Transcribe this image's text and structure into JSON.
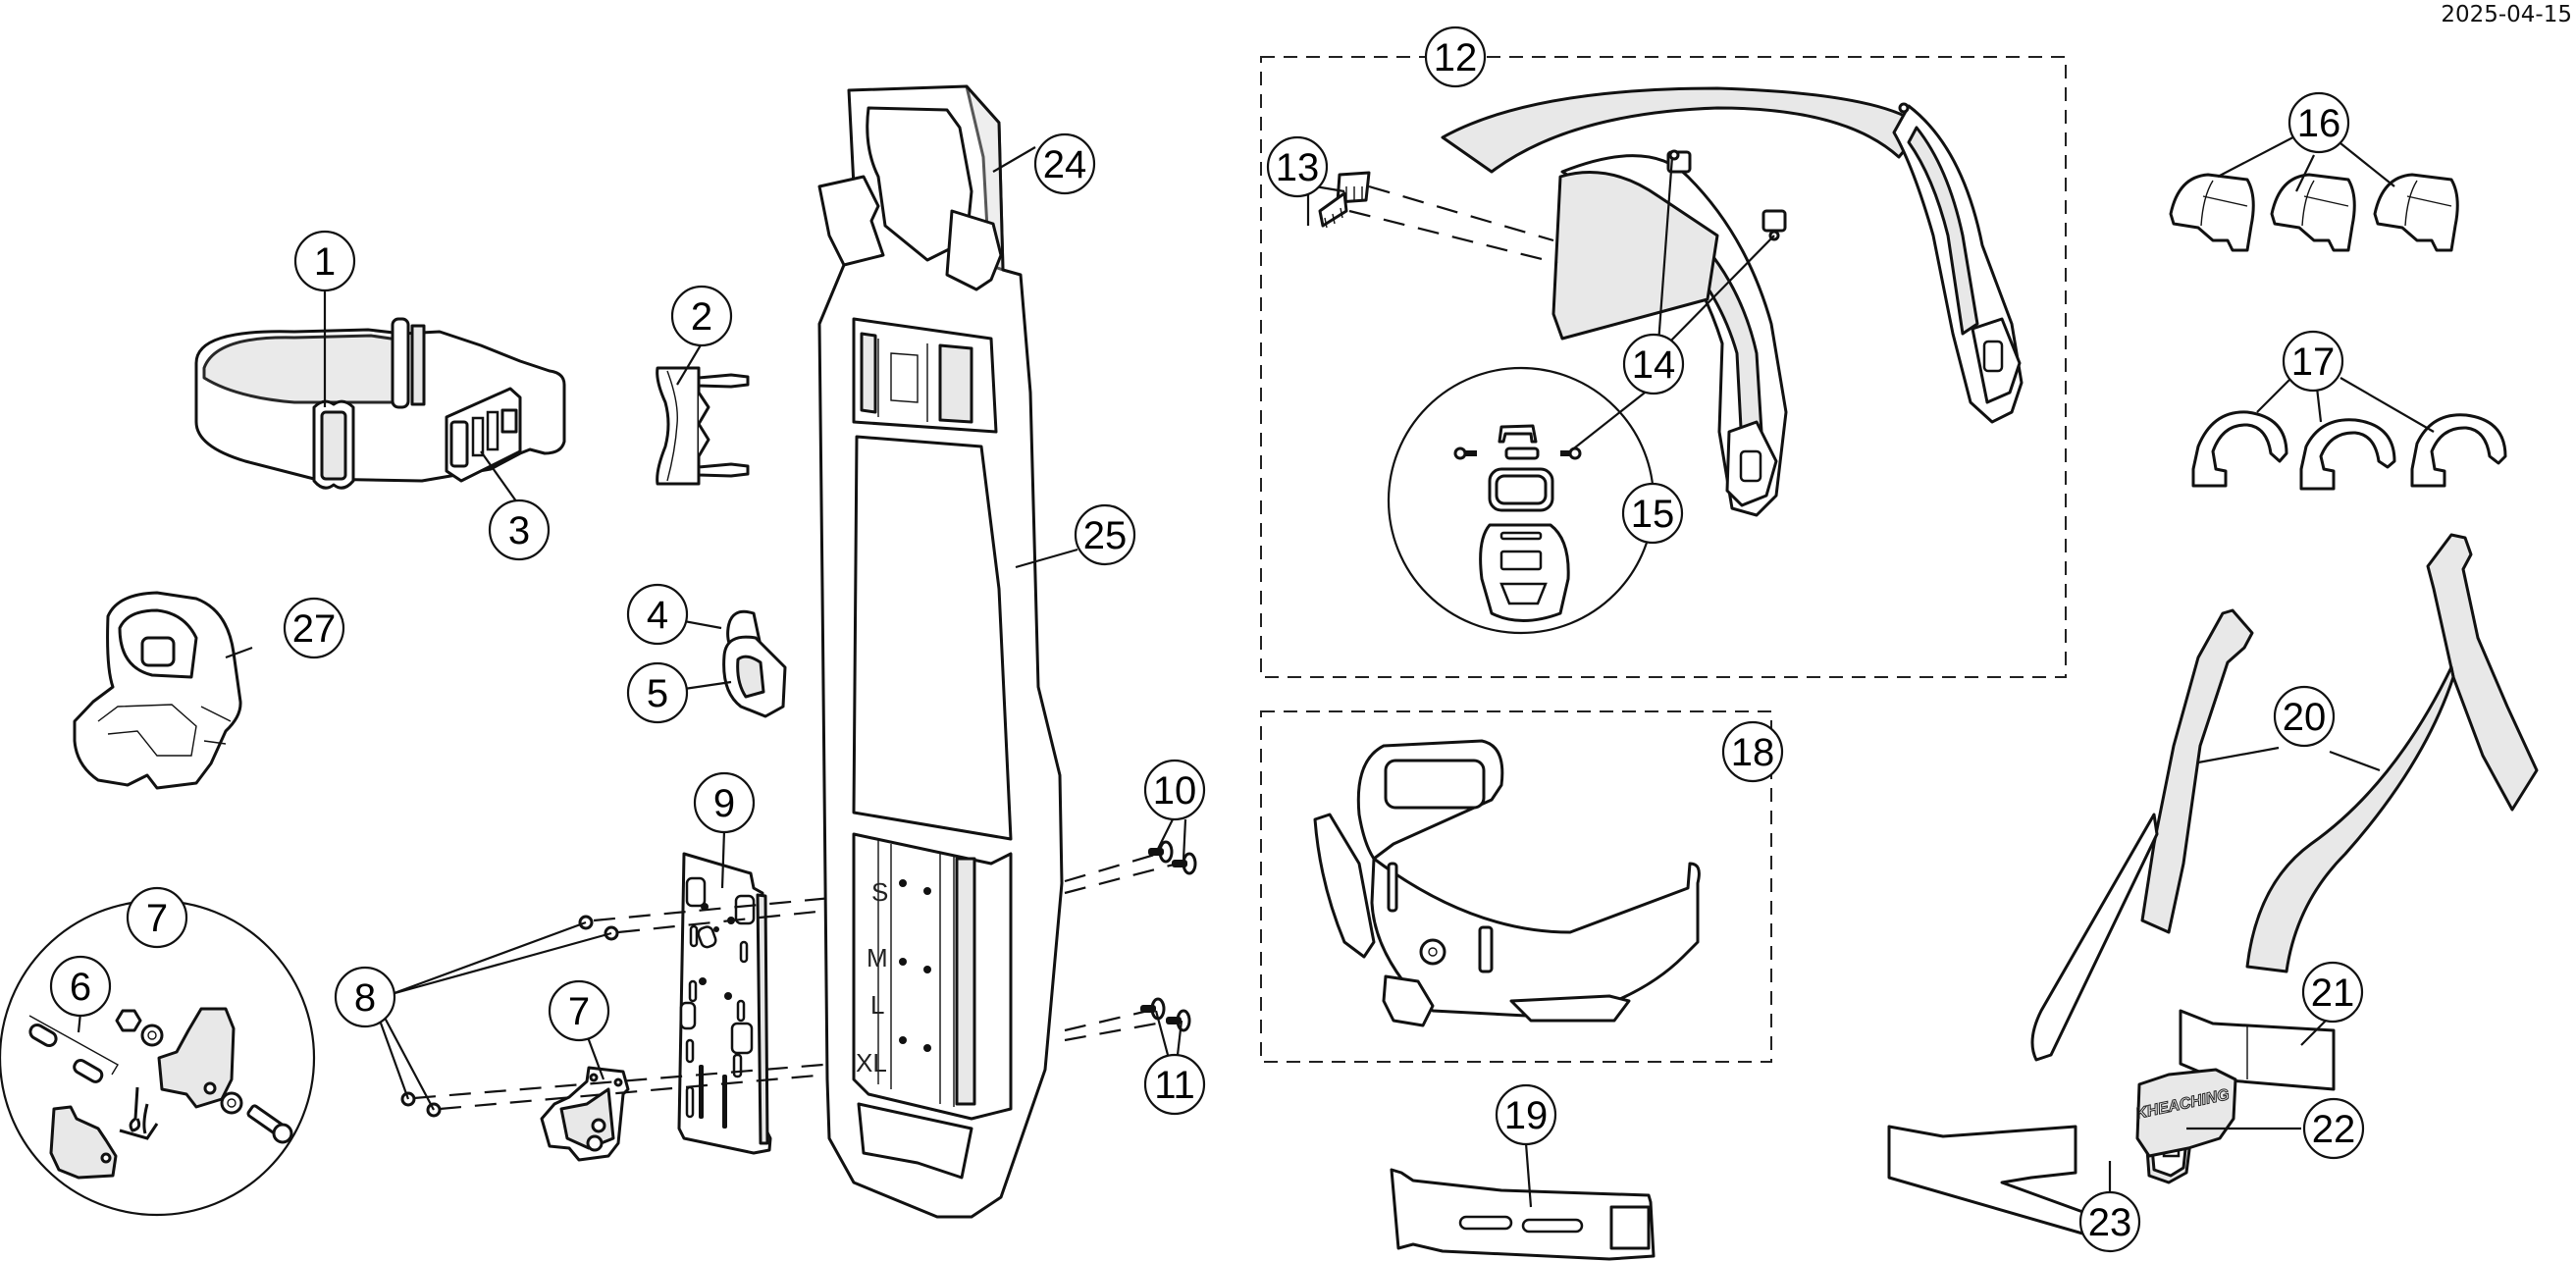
{
  "document": {
    "date": "2025-04-15",
    "type": "exploded parts diagram"
  },
  "callouts": [
    {
      "id": "1",
      "label": "1"
    },
    {
      "id": "2",
      "label": "2"
    },
    {
      "id": "3",
      "label": "3"
    },
    {
      "id": "4",
      "label": "4"
    },
    {
      "id": "5",
      "label": "5"
    },
    {
      "id": "6",
      "label": "6"
    },
    {
      "id": "7a",
      "label": "7"
    },
    {
      "id": "7b",
      "label": "7"
    },
    {
      "id": "8",
      "label": "8"
    },
    {
      "id": "9",
      "label": "9"
    },
    {
      "id": "10",
      "label": "10"
    },
    {
      "id": "11",
      "label": "11"
    },
    {
      "id": "12",
      "label": "12"
    },
    {
      "id": "13",
      "label": "13"
    },
    {
      "id": "14",
      "label": "14"
    },
    {
      "id": "15",
      "label": "15"
    },
    {
      "id": "16",
      "label": "16"
    },
    {
      "id": "17",
      "label": "17"
    },
    {
      "id": "18",
      "label": "18"
    },
    {
      "id": "19",
      "label": "19"
    },
    {
      "id": "20",
      "label": "20"
    },
    {
      "id": "21",
      "label": "21"
    },
    {
      "id": "22",
      "label": "22"
    },
    {
      "id": "23",
      "label": "23"
    },
    {
      "id": "24",
      "label": "24"
    },
    {
      "id": "25",
      "label": "25"
    },
    {
      "id": "27",
      "label": "27"
    }
  ],
  "parts": {
    "p1": "waist strap band",
    "p2": "wedge clip",
    "p3": "strap buckle",
    "p4": "clip cap",
    "p5": "clip body",
    "p6": "pins",
    "p7": "latch assembly",
    "p8": "nuts",
    "p9": "mounting plate",
    "p10": "screws upper",
    "p11": "screws lower",
    "p12": "headband assembly",
    "p13": "comb clips",
    "p14": "screw",
    "p15": "buckle kit detail",
    "p16": "hose clips",
    "p17": "hook clips",
    "p18": "harness cradle",
    "p19": "pad strip",
    "p20": "shoulder straps",
    "p21": "upper belt strap",
    "p22": "buckle female",
    "p23": "buckle male",
    "p24": "shoulder harness top",
    "p25": "back frame",
    "p27": "holster mount"
  },
  "frame_size_marks": [
    "S",
    "M",
    "L",
    "XL"
  ],
  "brand_emboss": "KHEACHING"
}
